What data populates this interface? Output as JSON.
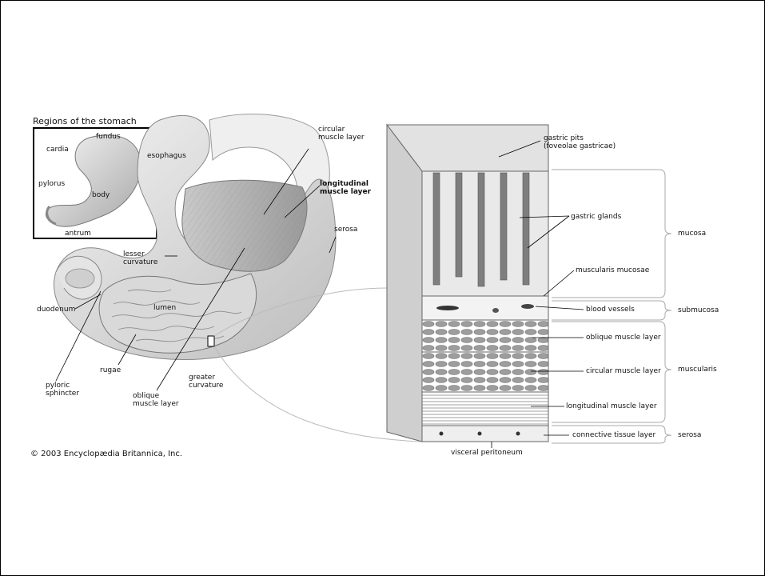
{
  "inset": {
    "title": "Regions of the stomach",
    "labels": {
      "fundus": "fundus",
      "cardia": "cardia",
      "pylorus": "pylorus",
      "body": "body",
      "antrum": "antrum"
    }
  },
  "stomach_labels": {
    "esophagus": "esophagus",
    "circular_muscle": "circular\nmuscle layer",
    "longitudinal_muscle": "longitudinal\nmuscle layer",
    "serosa": "serosa",
    "lesser_curvature": "lesser\ncurvature",
    "duodenum": "duodenum",
    "lumen": "lumen",
    "rugae": "rugae",
    "pyloric_sphincter": "pyloric\nsphincter",
    "oblique_muscle": "oblique\nmuscle layer",
    "greater_curvature": "greater\ncurvature"
  },
  "wall_labels": {
    "gastric_pits": "gastric pits\n(foveolae gastricae)",
    "gastric_glands": "gastric glands",
    "muscularis_mucosae": "muscularis mucosae",
    "blood_vessels": "blood vessels",
    "oblique_muscle_layer": "oblique muscle layer",
    "circular_muscle_layer": "circular muscle layer",
    "longitudinal_muscle_layer": "longitudinal muscle layer",
    "connective_tissue_layer": "connective tissue layer",
    "visceral_peritoneum": "visceral peritoneum"
  },
  "layer_groups": {
    "mucosa": "mucosa",
    "submucosa": "submucosa",
    "muscularis": "muscularis",
    "serosa": "serosa"
  },
  "copyright": "© 2003 Encyclopædia Britannica, Inc."
}
